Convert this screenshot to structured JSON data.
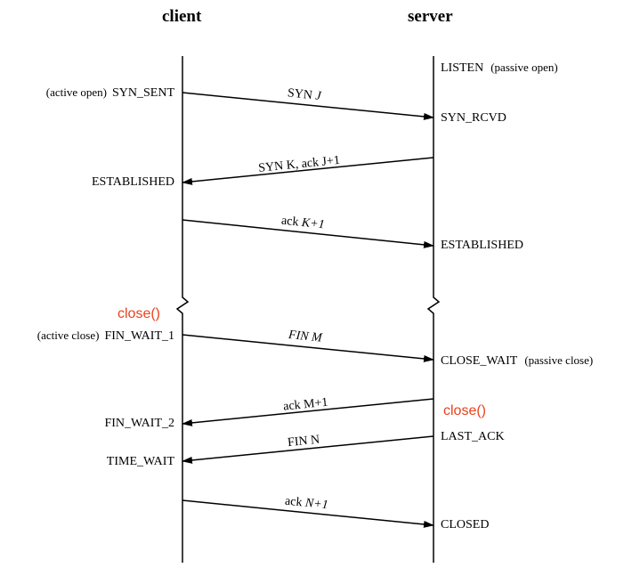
{
  "headers": {
    "client": "client",
    "server": "server"
  },
  "client_states": {
    "syn_sent_note": "(active open)",
    "syn_sent": "SYN_SENT",
    "established": "ESTABLISHED",
    "fin_wait_1_note": "(active close)",
    "fin_wait_1": "FIN_WAIT_1",
    "fin_wait_2": "FIN_WAIT_2",
    "time_wait": "TIME_WAIT"
  },
  "server_states": {
    "listen": "LISTEN",
    "listen_note": "(passive open)",
    "syn_rcvd": "SYN_RCVD",
    "established": "ESTABLISHED",
    "close_wait": "CLOSE_WAIT",
    "close_wait_note": "(passive close)",
    "last_ack": "LAST_ACK",
    "closed": "CLOSED"
  },
  "messages": {
    "syn_j_a": "SYN ",
    "syn_j_b": "J",
    "syn_k_ack": "SYN K, ack J+1",
    "ack_k_a": "ack ",
    "ack_k_b": "K+1",
    "fin_m_a": "FIN ",
    "fin_m_b": "M",
    "ack_m": "ack M+1",
    "fin_n": "FIN N",
    "ack_n_a": "ack ",
    "ack_n_b": "N+1"
  },
  "calls": {
    "client_close": "close()",
    "server_close": "close()"
  },
  "colors": {
    "call_text": "#e8421c",
    "line": "#000000"
  }
}
